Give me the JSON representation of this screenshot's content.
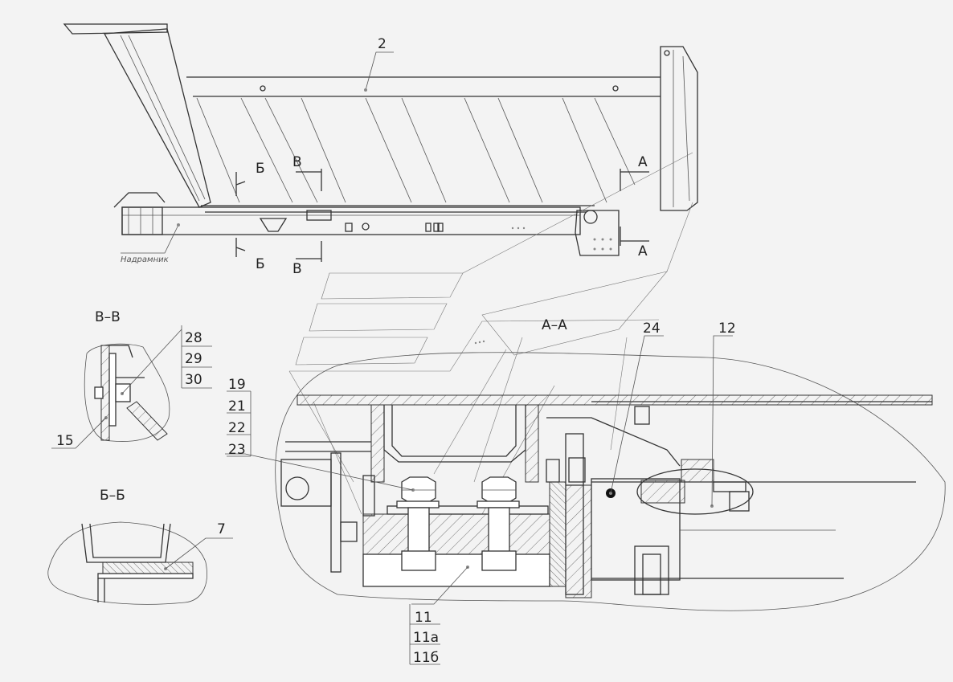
{
  "labels": {
    "part_2": "2",
    "section_b_top": "Б",
    "section_b_bottom": "Б",
    "section_v_top": "В",
    "section_v_bottom": "В",
    "section_a_top": "А",
    "section_a_bottom": "А",
    "subframe_note": "Надрамник",
    "view_vv": "В–В",
    "view_bb": "Б–Б",
    "view_aa": "А–А",
    "part_28": "28",
    "part_29": "29",
    "part_30": "30",
    "part_15": "15",
    "part_19": "19",
    "part_21": "21",
    "part_22": "22",
    "part_23": "23",
    "part_7": "7",
    "part_24": "24",
    "part_12": "12",
    "part_11": "11",
    "part_11a": "11а",
    "part_11b": "11б"
  }
}
